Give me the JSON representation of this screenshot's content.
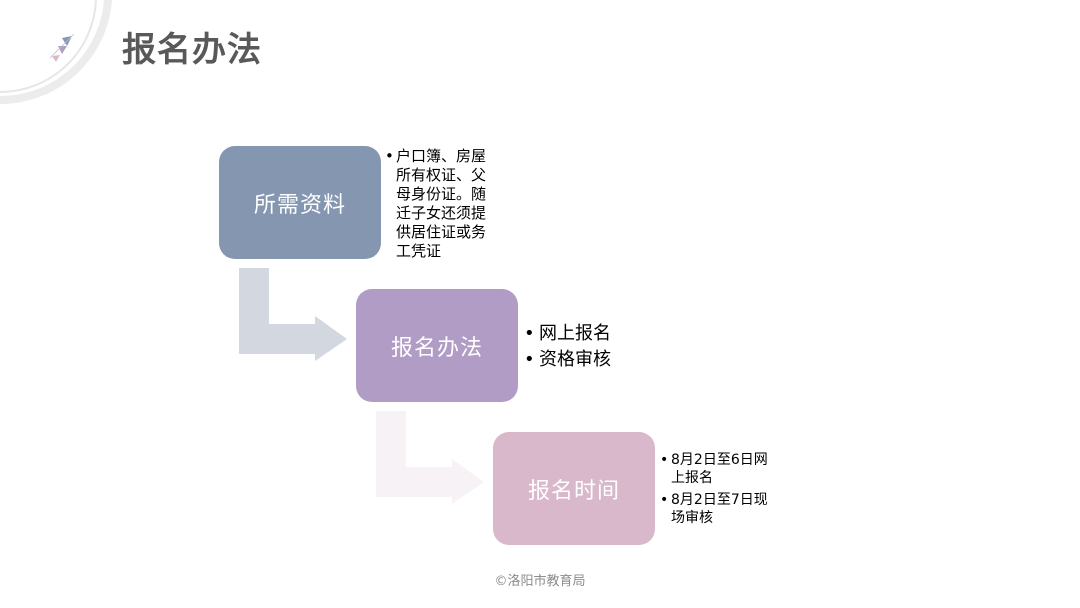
{
  "title": "报名办法",
  "colors": {
    "box_1": "#8496b0",
    "box_2": "#b19cc6",
    "box_3": "#d9b8cb",
    "arrow_1": "#d3d7e0",
    "arrow_2": "#f7f2f5",
    "title_text": "#595959"
  },
  "steps": [
    {
      "label": "所需资料",
      "notes": [
        "户口簿、房屋所有权证、父母身份证。随迁子女还须提供居住证或务工凭证"
      ]
    },
    {
      "label": "报名办法",
      "notes": [
        "网上报名",
        "资格审核"
      ]
    },
    {
      "label": "报名时间",
      "notes": [
        "8月2日至6日网上报名",
        "8月2日至7日现场审核"
      ]
    }
  ],
  "footer": "©洛阳市教育局"
}
